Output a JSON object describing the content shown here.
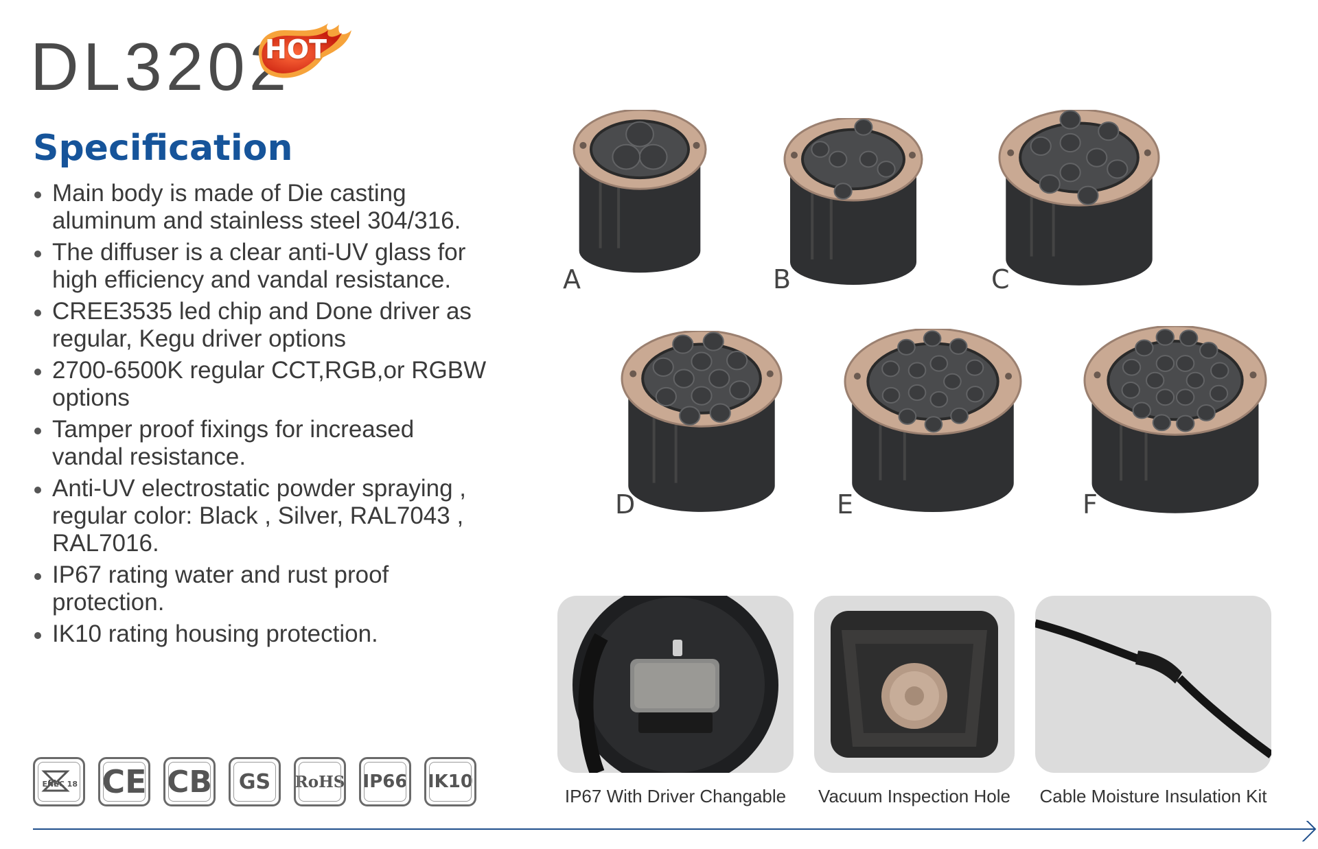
{
  "header": {
    "model": "DL3202",
    "badge": "HOT"
  },
  "specification": {
    "heading": "Specification",
    "items": [
      [
        "Main body is made of Die casting",
        "aluminum and stainless steel 304/316."
      ],
      [
        "The diffuser is a clear anti-UV glass for",
        "high efficiency and vandal resistance."
      ],
      [
        "CREE3535 led chip and Done driver as",
        "regular, Kegu driver options"
      ],
      [
        "2700-6500K regular CCT,RGB,or RGBW",
        "options"
      ],
      [
        "Tamper proof fixings for increased",
        "vandal resistance."
      ],
      [
        "Anti-UV electrostatic powder spraying ,",
        "regular color: Black , Silver, RAL7043 ,",
        "RAL7016."
      ],
      [
        "IP67 rating water and rust proof",
        "protection."
      ],
      [
        "IK10 rating housing protection."
      ]
    ]
  },
  "lamps": [
    {
      "label": "A",
      "leds": 3
    },
    {
      "label": "B",
      "leds": 6
    },
    {
      "label": "C",
      "leds": 9
    },
    {
      "label": "D",
      "leds": 12
    },
    {
      "label": "E",
      "leds": 15
    },
    {
      "label": "F",
      "leds": 18
    }
  ],
  "features": [
    {
      "caption": "IP67 With Driver Changable"
    },
    {
      "caption": "Vacuum Inspection Hole"
    },
    {
      "caption": "Cable Moisture Insulation Kit"
    }
  ],
  "certifications": [
    {
      "label": "ENEC 18",
      "icon": "enec-icon"
    },
    {
      "label": "CE",
      "icon": "ce-icon"
    },
    {
      "label": "CB",
      "icon": "cb-icon"
    },
    {
      "label": "GS",
      "icon": "gs-icon"
    },
    {
      "label": "RoHS",
      "icon": "rohs-icon"
    },
    {
      "label": "IP66",
      "icon": "ip66-icon"
    },
    {
      "label": "IK10",
      "icon": "ik10-icon"
    }
  ],
  "colors": {
    "accent_blue": "#16549a",
    "hot_red": "#e8391c",
    "steel": "#c9a993",
    "housing": "#2f3032"
  }
}
